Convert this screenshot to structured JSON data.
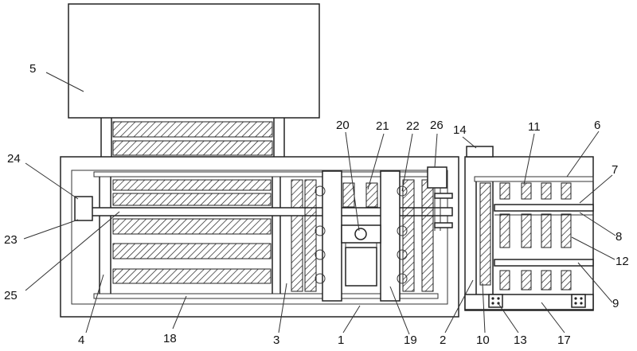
{
  "labels": {
    "l1": "1",
    "l2": "2",
    "l3": "3",
    "l4": "4",
    "l5": "5",
    "l6": "6",
    "l7": "7",
    "l8": "8",
    "l9": "9",
    "l10": "10",
    "l11": "11",
    "l12": "12",
    "l13": "13",
    "l14": "14",
    "l17": "17",
    "l18": "18",
    "l19": "19",
    "l20": "20",
    "l21": "21",
    "l22": "22",
    "l23": "23",
    "l24": "24",
    "l25": "25",
    "l26": "26"
  }
}
